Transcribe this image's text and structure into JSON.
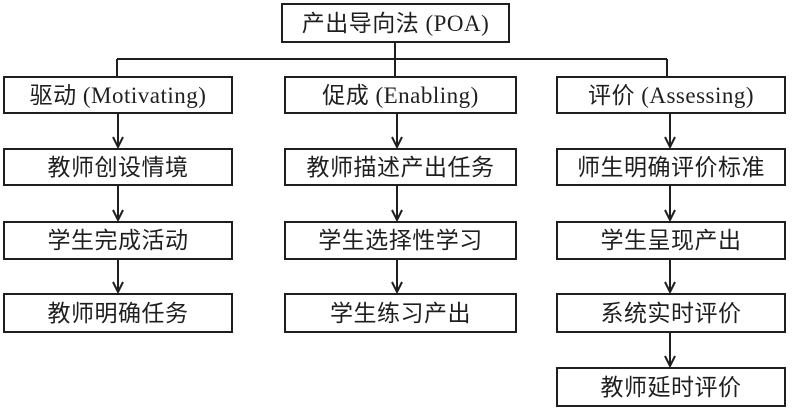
{
  "diagram": {
    "type": "flowchart",
    "root": {
      "label": "产出导向法 (POA)"
    },
    "columns": [
      {
        "stage": "驱动 (Motivating)",
        "steps": [
          "教师创设情境",
          "学生完成活动",
          "教师明确任务"
        ]
      },
      {
        "stage": "促成 (Enabling)",
        "steps": [
          "教师描述产出任务",
          "学生选择性学习",
          "学生练习产出"
        ]
      },
      {
        "stage": "评价 (Assessing)",
        "steps": [
          "师生明确评价标准",
          "学生呈现产出",
          "系统实时评价",
          "教师延时评价"
        ]
      }
    ],
    "colors": {
      "line": "#1f1f1f",
      "text": "#1f1f1f",
      "background": "#ffffff"
    }
  }
}
